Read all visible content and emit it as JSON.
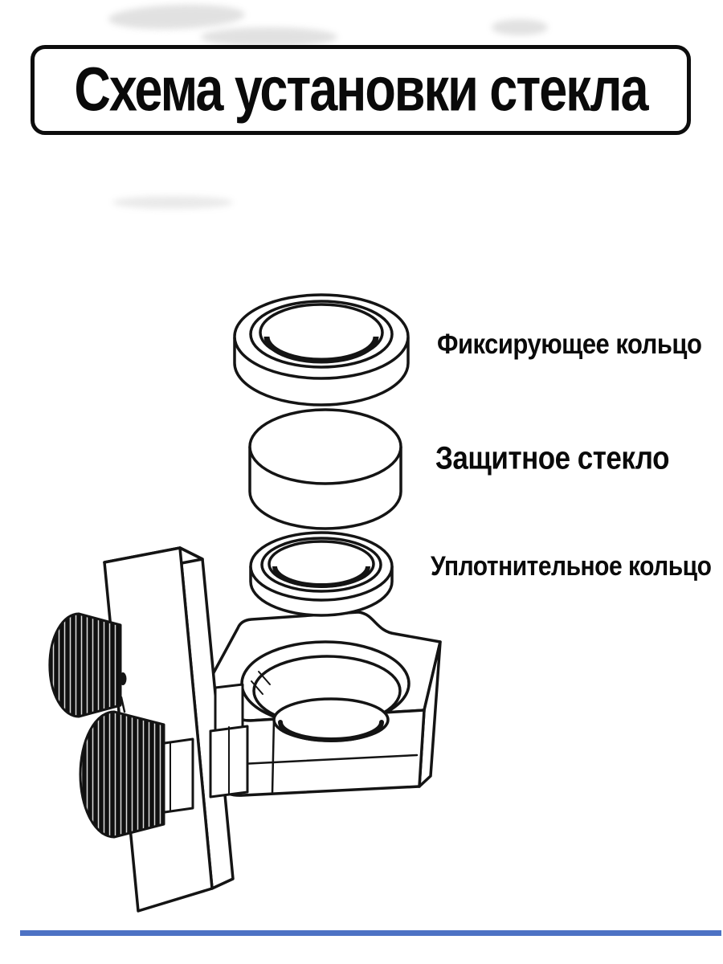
{
  "title": "Схема установки стекла",
  "labels": {
    "fixing_ring": "Фиксирующее кольцо",
    "protective_glass": "Защитное стекло",
    "sealing_ring": "Уплотнительное кольцо"
  },
  "colors": {
    "accent_line": "#4d72c4",
    "line_art": "#141414",
    "background": "#ffffff"
  }
}
